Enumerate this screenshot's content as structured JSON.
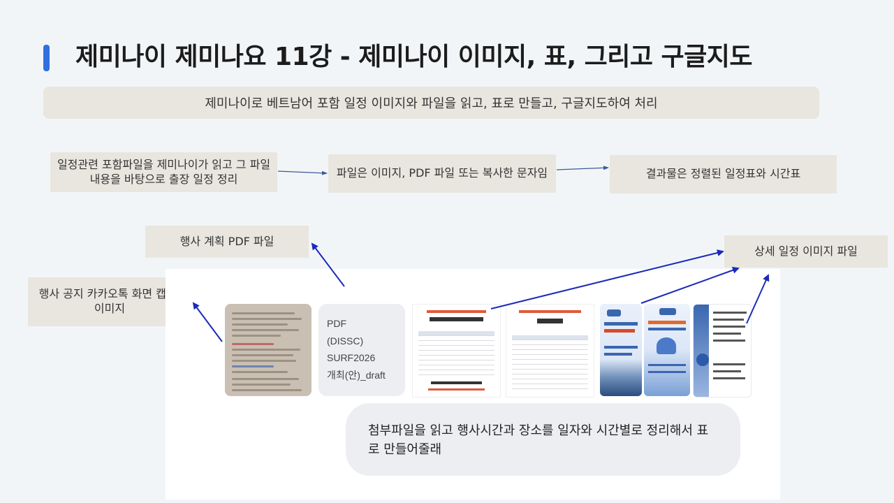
{
  "slide": {
    "title": "제미나이 제미나요 11강 -  제미나이 이미지, 표, 그리고 구글지도",
    "subtitle": "제미나이로 베트남어 포함  일정 이미지와 파일을  읽고, 표로 만들고,  구글지도하여 처리"
  },
  "flow": [
    {
      "text": "일정관련 포함파일을 제미나이가 읽고 그 파일 내용을 바탕으로 출장 일정 정리"
    },
    {
      "text": "파일은 이미지, PDF 파일 또는 복사한 문자임"
    },
    {
      "text": "결과물은 정렬된 일정표와 시간표"
    }
  ],
  "labels": {
    "pdf_file": "행사 계획 PDF 파일",
    "detail_image": "상세 일정 이미지   파일",
    "kakao_capture": "행사 공지 카카오톡 화면 캡처- 이미지"
  },
  "attachments": {
    "pdf_card": [
      "PDF",
      "(DISSC)",
      "SURF2026",
      "개최(안)_draft"
    ]
  },
  "prompt": {
    "text": "첨부파일을 읽고 행사시간과 장소를 일자와 시간별로 정리해서 표로 만들어줄래"
  },
  "colors": {
    "accent": "#2f6fe0",
    "arrow_dark": "#1a2bb8",
    "box_bg": "#e8e6de"
  }
}
